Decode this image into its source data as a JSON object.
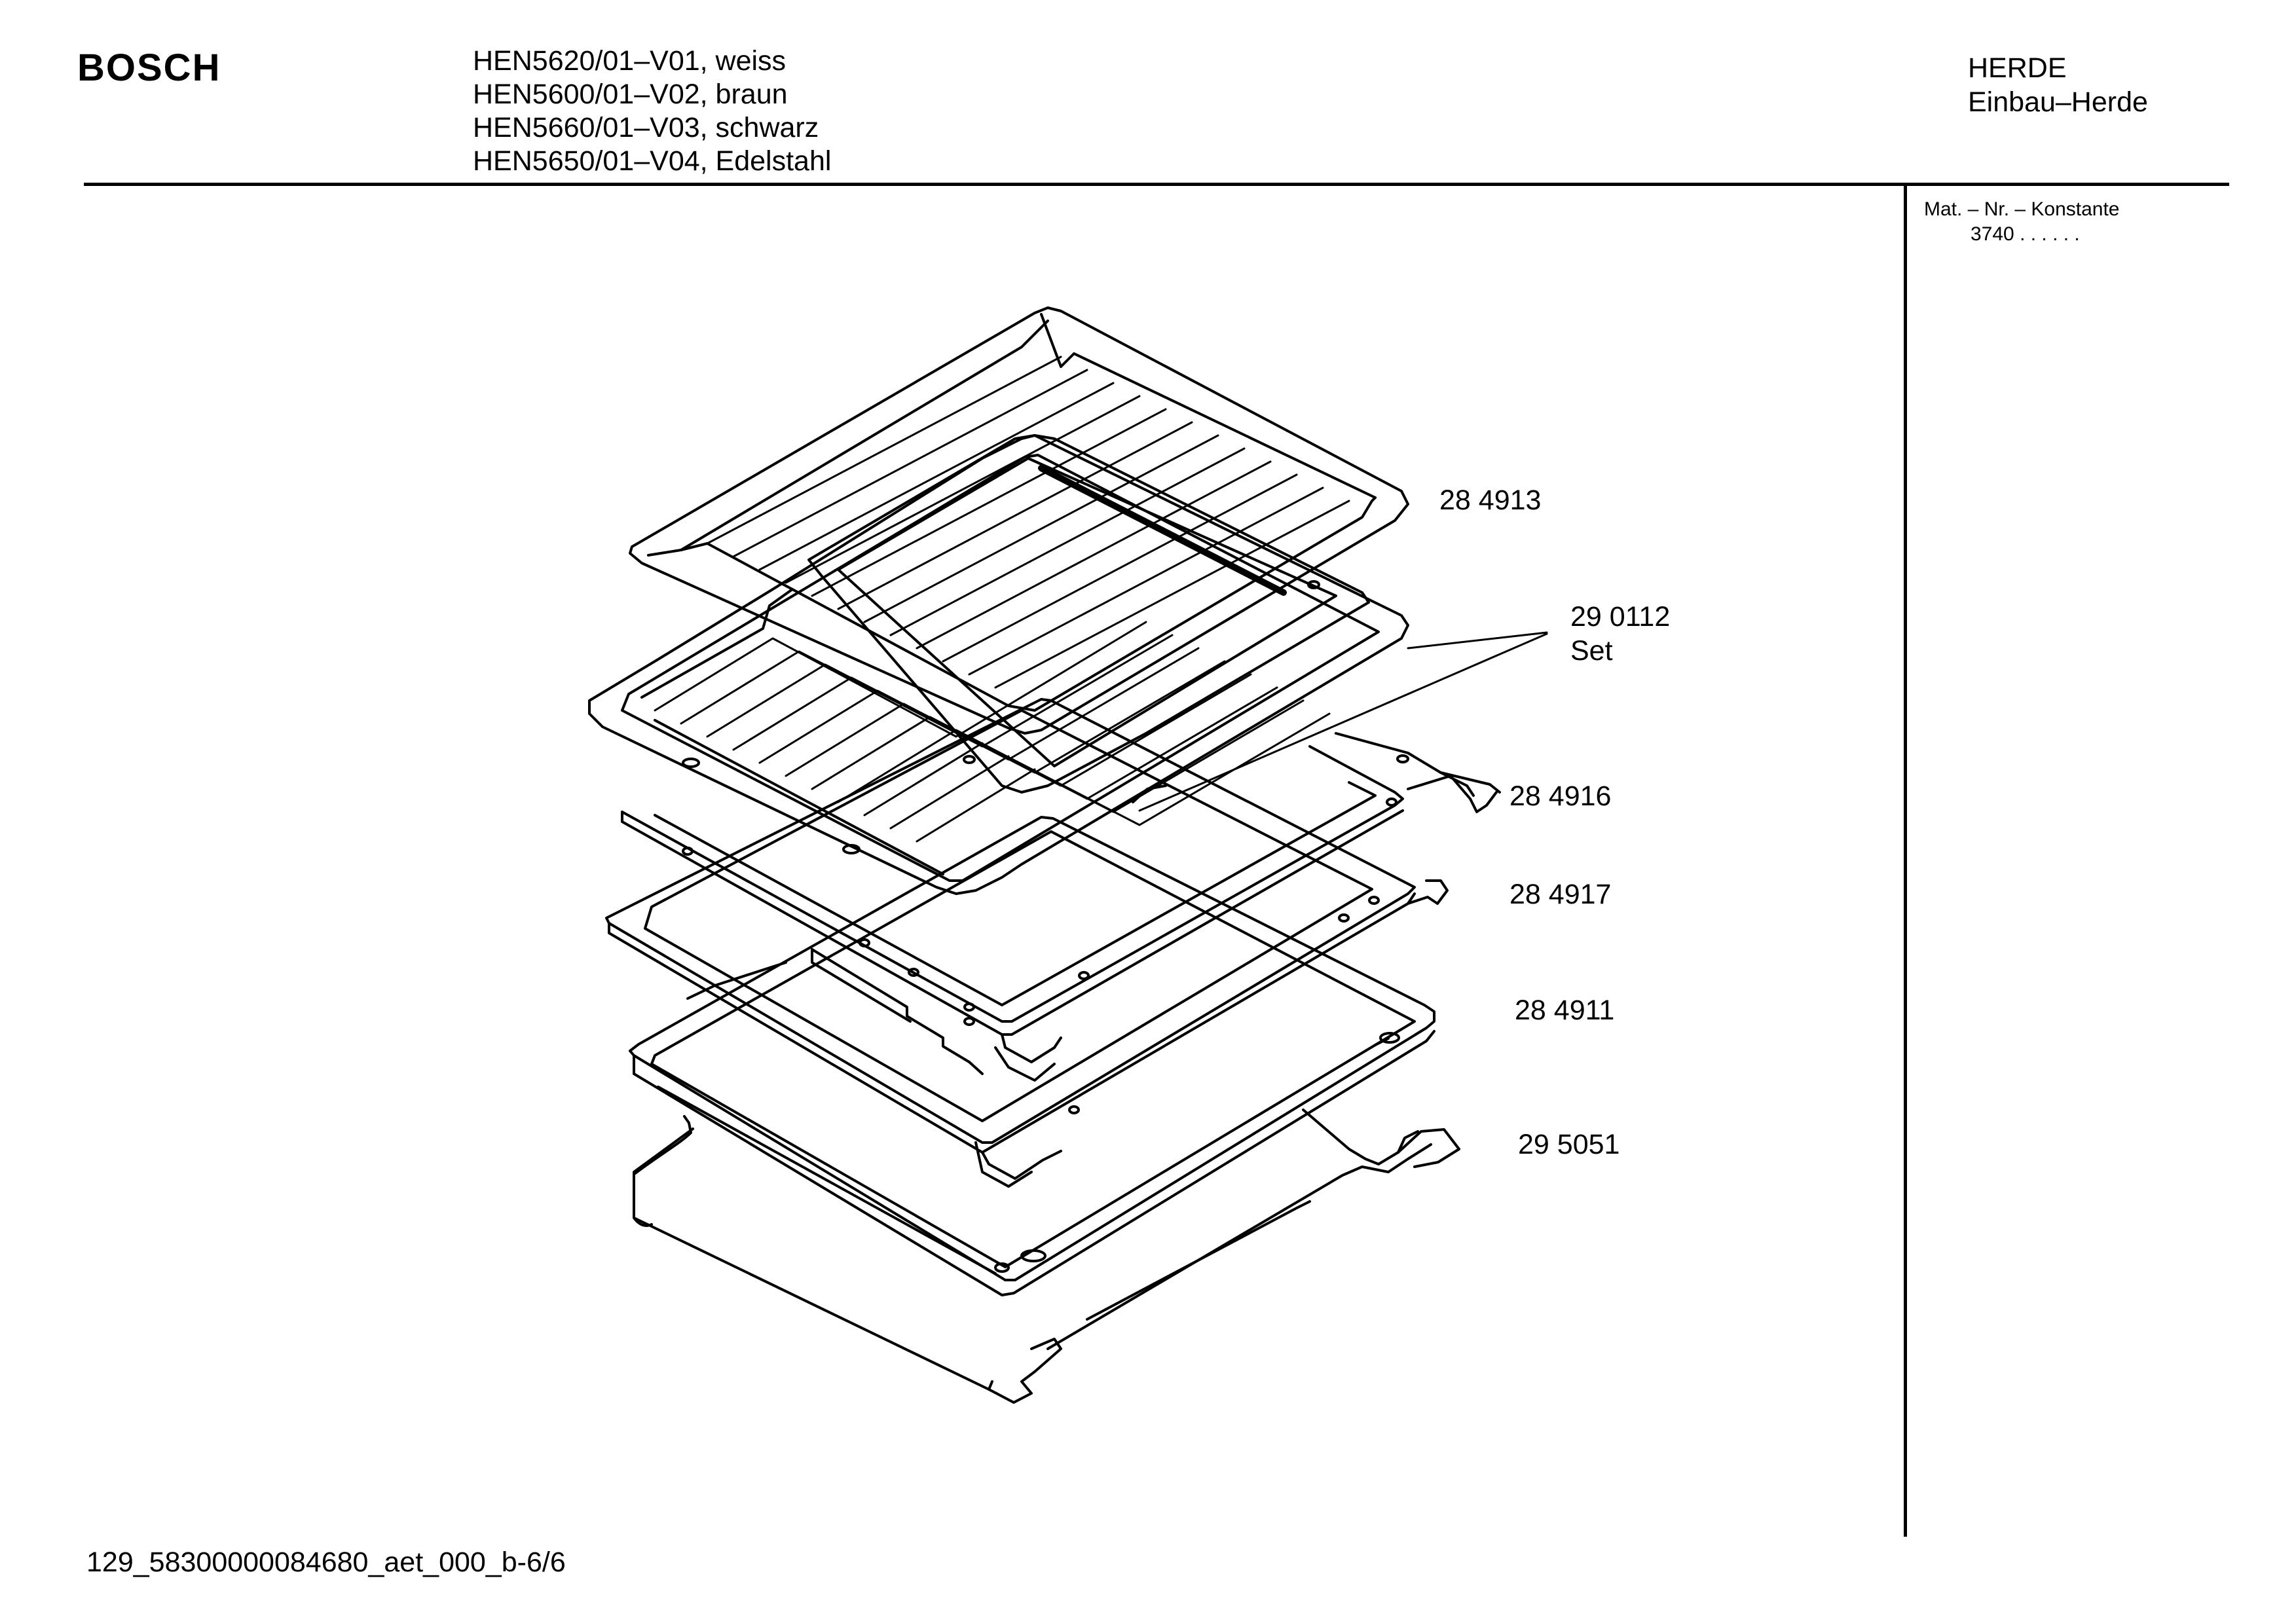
{
  "header": {
    "brand": "BOSCH",
    "models": [
      "HEN5620/01–V01, weiss",
      "HEN5600/01–V02, braun",
      "HEN5660/01–V03, schwarz",
      "HEN5650/01–V04, Edelstahl"
    ],
    "category_line1": "HERDE",
    "category_line2": "Einbau–Herde"
  },
  "sidebar": {
    "title": "Mat. – Nr. – Konstante",
    "code": "3740 .  .    .  .  .  ."
  },
  "parts": [
    {
      "number": "28 4913"
    },
    {
      "number": "29 0112",
      "note": "Set"
    },
    {
      "number": "28 4916"
    },
    {
      "number": "28 4917"
    },
    {
      "number": "28 4911"
    },
    {
      "number": "29 5051"
    }
  ],
  "footer": {
    "doc_id": "129_58300000084680_aet_000_b-6/6"
  }
}
